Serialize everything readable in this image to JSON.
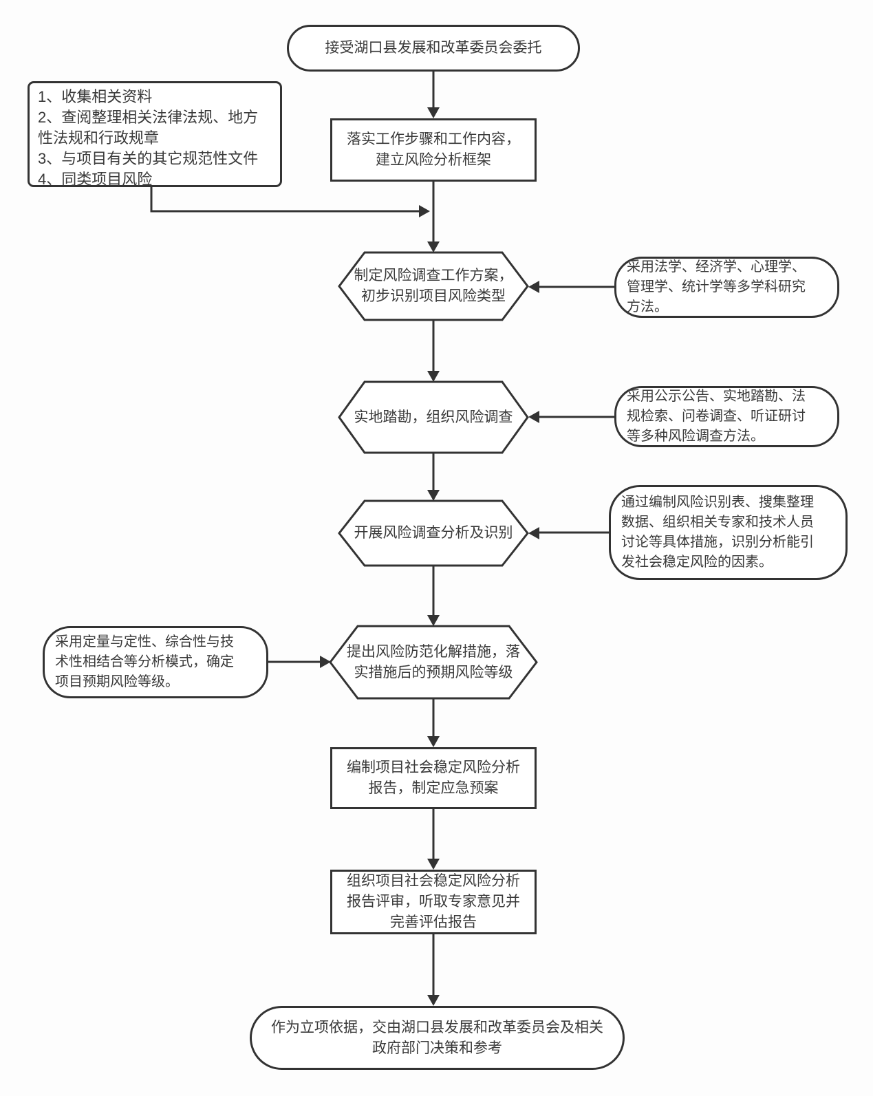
{
  "diagram_type": "flowchart",
  "colors": {
    "node_border": "#333333",
    "node_fill": "#ffffff",
    "connector": "#333333",
    "text": "#3a3a3a",
    "background": "#fdfdfd"
  },
  "nodes": {
    "start": {
      "shape": "terminator",
      "label": "接受湖口县发展和改革委员会委托"
    },
    "materials": {
      "shape": "rectangle",
      "items": [
        "1、收集相关资料",
        "2、查阅整理相关法律法规、地方性法规和行政规章",
        "3、与项目有关的其它规范性文件",
        "4、同类项目风险"
      ]
    },
    "work_framework": {
      "shape": "rectangle",
      "label": "落实工作步骤和工作内容，建立风险分析框架"
    },
    "plan": {
      "shape": "hexagon",
      "label": "制定风险调查工作方案，初步识别项目风险类型"
    },
    "research_methods": {
      "shape": "rounded",
      "label": "采用法学、经济学、心理学、管理学、统计学等多学科研究方法。"
    },
    "site_survey": {
      "shape": "hexagon",
      "label": "实地踏勘，组织风险调查"
    },
    "survey_methods": {
      "shape": "rounded",
      "label": "采用公示公告、实地踏勘、法规检索、问卷调查、听证研讨等多种风险调查方法。"
    },
    "analysis": {
      "shape": "hexagon",
      "label": "开展风险调查分析及识别"
    },
    "identification": {
      "shape": "rounded",
      "label": "通过编制风险识别表、搜集整理数据、组织相关专家和技术人员讨论等具体措施，识别分析能引发社会稳定风险的因素。"
    },
    "risk_grade": {
      "shape": "rounded",
      "label": "采用定量与定性、综合性与技术性相结合等分析模式，确定项目预期风险等级。"
    },
    "measures": {
      "shape": "hexagon",
      "label": "提出风险防范化解措施，落实措施后的预期风险等级"
    },
    "report": {
      "shape": "rectangle",
      "label": "编制项目社会稳定风险分析报告，制定应急预案"
    },
    "review": {
      "shape": "rectangle",
      "label": "组织项目社会稳定风险分析报告评审，听取专家意见并完善评估报告"
    },
    "end": {
      "shape": "terminator",
      "label": "作为立项依据，交由湖口县发展和改革委员会及相关政府部门决策和参考"
    }
  },
  "edges": [
    {
      "from": "start",
      "to": "work_framework"
    },
    {
      "from": "materials",
      "to": "plan"
    },
    {
      "from": "work_framework",
      "to": "plan"
    },
    {
      "from": "research_methods",
      "to": "plan"
    },
    {
      "from": "plan",
      "to": "site_survey"
    },
    {
      "from": "survey_methods",
      "to": "site_survey"
    },
    {
      "from": "site_survey",
      "to": "analysis"
    },
    {
      "from": "identification",
      "to": "analysis"
    },
    {
      "from": "analysis",
      "to": "measures"
    },
    {
      "from": "risk_grade",
      "to": "measures"
    },
    {
      "from": "measures",
      "to": "report"
    },
    {
      "from": "report",
      "to": "review"
    },
    {
      "from": "review",
      "to": "end"
    }
  ]
}
